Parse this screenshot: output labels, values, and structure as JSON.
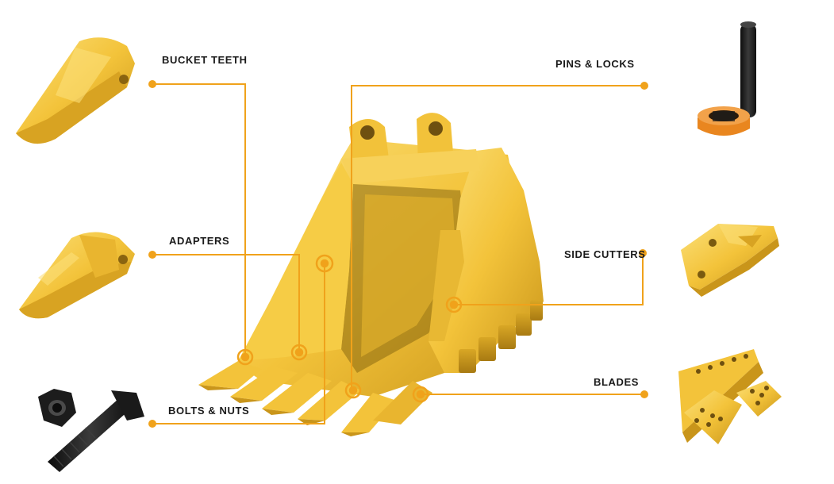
{
  "labels": {
    "bucket_teeth": "BUCKET TEETH",
    "adapters": "ADAPTERS",
    "bolts_nuts": "BOLTS & NUTS",
    "pins_locks": "PINS & LOCKS",
    "side_cutters": "SIDE CUTTERS",
    "blades": "BLADES"
  },
  "colors": {
    "accent": "#f0a21b",
    "part_yellow": "#f5c83a",
    "part_shadow": "#d9a41e",
    "part_dark": "#b88416",
    "steel_black": "#1c1c1c",
    "text": "#1a1a1a"
  },
  "icons": [
    "bucket-teeth-part",
    "adapter-part",
    "bolt-nut-part",
    "pin-lock-part",
    "side-cutter-part",
    "blade-part",
    "excavator-bucket"
  ]
}
